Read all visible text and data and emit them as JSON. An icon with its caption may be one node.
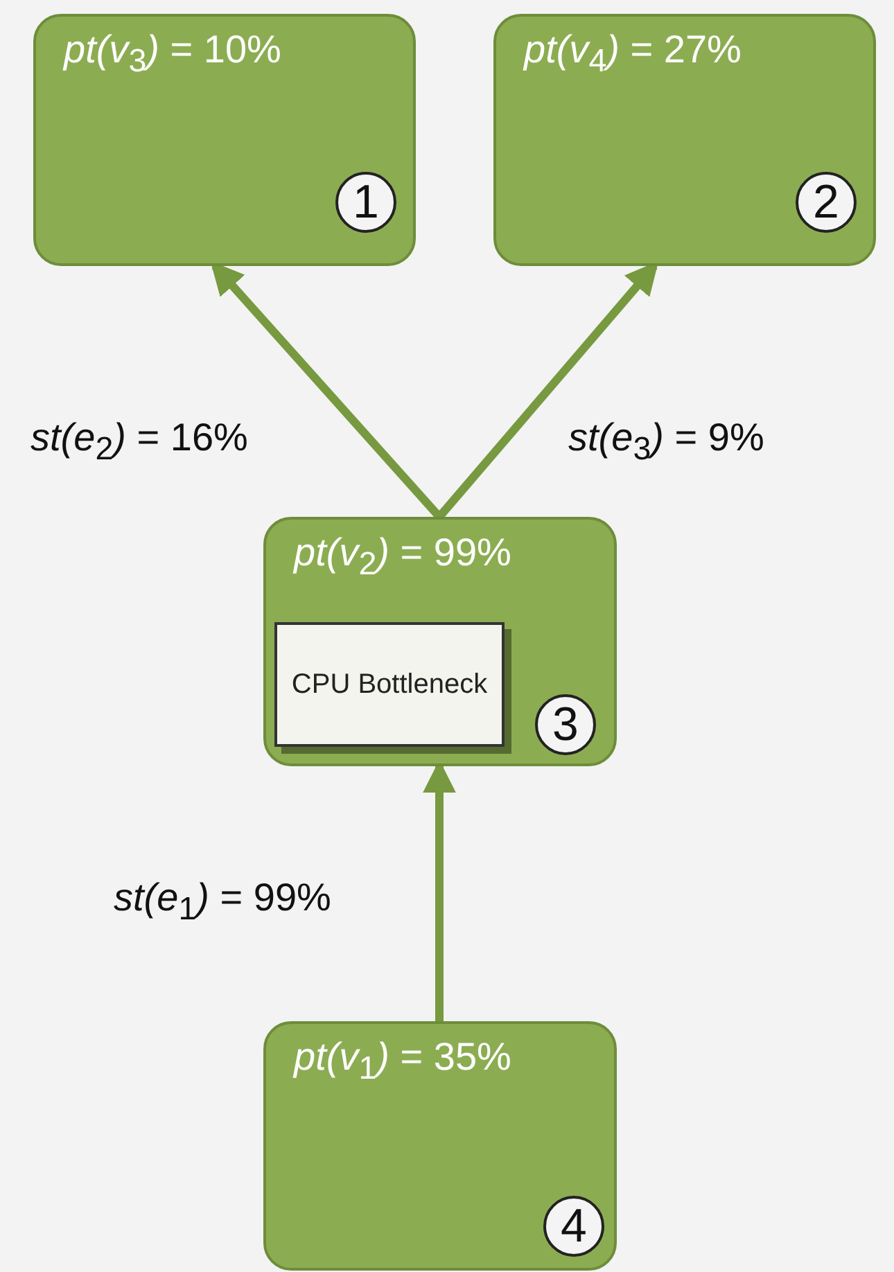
{
  "diagram": {
    "nodes": [
      {
        "text": [
          "*pt(v*$_{3}$*)* = 10%"
        ]
      },
      {
        "text": [
          "1"
        ],
        "in": 0
      },
      {
        "text": [
          "*pt(v*$_{4}$*)* = 27%"
        ]
      },
      {
        "text": [
          "2"
        ],
        "in": 2
      },
      {
        "text": [
          "*pt(v*$_{2}$*)* = 99%"
        ]
      },
      {
        "text": [
          "CPU Bottleneck"
        ],
        "in": 4
      },
      {
        "text": [
          "3"
        ],
        "in": 4
      },
      {
        "text": [
          "*pt(v*$_{1}$*)* = 35%"
        ]
      },
      {
        "text": [
          "4"
        ],
        "in": 7
      }
    ],
    "edges": [
      {
        "from": 4,
        "to": 0,
        "arrow": "to",
        "label": "*st(e*$_{2}$*)* = 16%"
      },
      {
        "from": 4,
        "to": 2,
        "arrow": "to",
        "label": "*st(e*$_{3}$*)* = 9%"
      },
      {
        "from": 7,
        "to": 4,
        "arrow": "to",
        "label": "*st(e*$_{1}$*)* = 99%"
      }
    ]
  }
}
